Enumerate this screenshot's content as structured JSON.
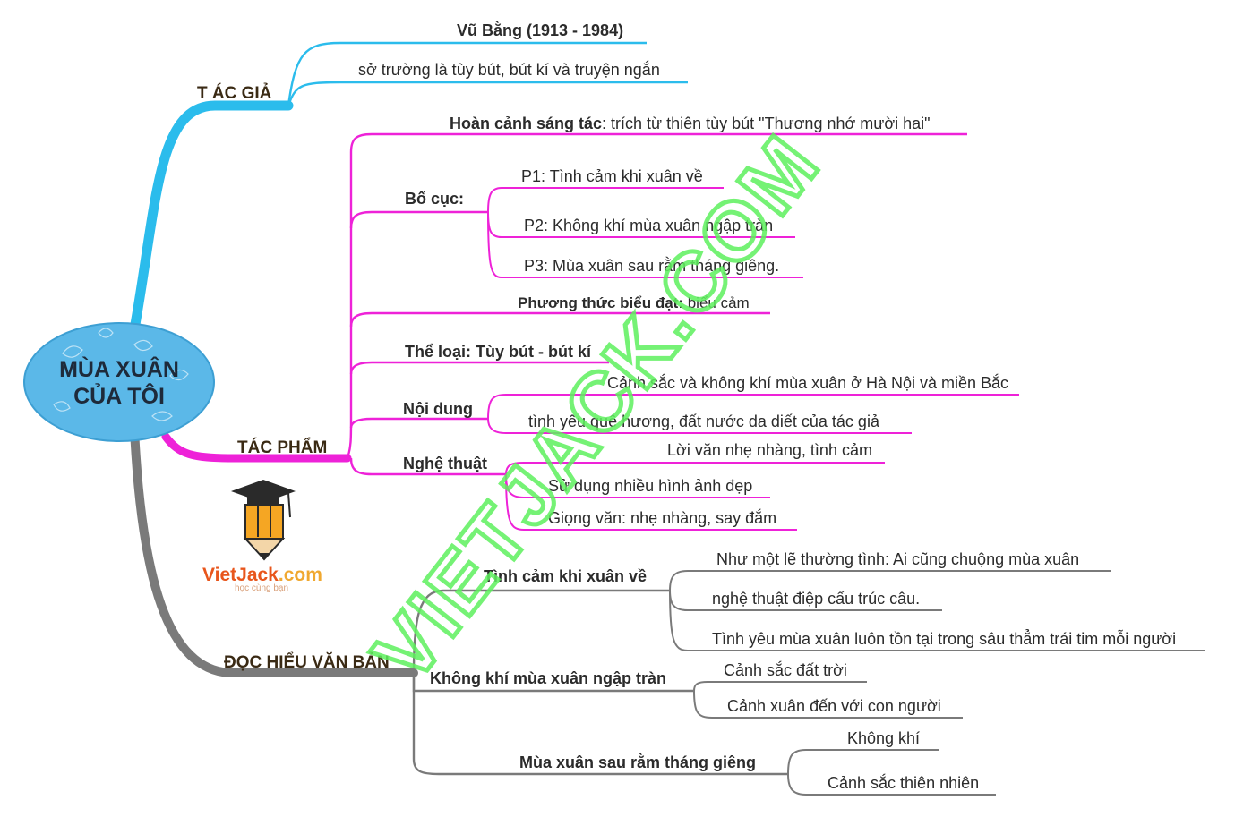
{
  "center": {
    "line1": "MÙA XUÂN",
    "line2": "CỦA TÔI"
  },
  "colors": {
    "tacgia": "#2bbcec",
    "tacpham": "#ee22d8",
    "dochieu": "#7a7a7a",
    "center_fill": "#5bb8e8",
    "watermark": "#5ef05e"
  },
  "tacgia": {
    "label": "T ÁC GIẢ",
    "items": [
      "Vũ Bằng (1913 - 1984)",
      "sở trường là tùy bút, bút kí và truyện ngắn"
    ]
  },
  "tacpham": {
    "label": "TÁC PHẨM",
    "hoancanh": {
      "key": "Hoàn cảnh sáng tác",
      "text": ": trích từ thiên tùy bút \"Thương nhớ mười hai\""
    },
    "bocuc": {
      "label": "Bố cục:",
      "items": [
        "P1: Tình cảm khi xuân về",
        "P2: Không khí mùa xuân ngập tràn",
        "P3: Mùa xuân sau rằm tháng giêng."
      ]
    },
    "phuongthuc": {
      "key": "Phương thức biểu đạt:",
      "text": " biểu cảm"
    },
    "theloai": "Thể loại: Tùy bút - bút kí",
    "noidung": {
      "label": "Nội dung",
      "items": [
        "Cảnh sắc và không khí mùa xuân ở Hà Nội và miền Bắc",
        "tình yêu quê hương, đất nước da diết của tác giả"
      ]
    },
    "nghethuat": {
      "label": "Nghệ thuật",
      "items": [
        "Lời văn nhẹ nhàng, tình cảm",
        "Sử dụng nhiều hình ảnh đẹp",
        "Giọng văn: nhẹ nhàng, say đắm"
      ]
    }
  },
  "dochieu": {
    "label": "ĐỌC HIỂU VĂN BẢN",
    "tinhcam": {
      "label": "Tình cảm khi xuân về",
      "items": [
        "Như một lẽ thường tình: Ai cũng chuộng mùa xuân",
        "nghệ thuật điệp cấu trúc câu.",
        "Tình yêu mùa xuân luôn tồn tại trong sâu thẳm trái tim mỗi người"
      ]
    },
    "khongkhi": {
      "label": "Không khí mùa xuân ngập tràn",
      "items": [
        "Cảnh sắc đất trời",
        "Cảnh xuân đến với con người"
      ]
    },
    "sauram": {
      "label": "Mùa xuân sau rằm tháng giêng",
      "items": [
        "Không khí",
        "Cảnh sắc thiên nhiên"
      ]
    }
  },
  "logo": {
    "name_part1": "VietJack",
    "name_part2": ".com",
    "tagline": "học cùng bạn"
  },
  "watermark": "VIETJACK.COM"
}
